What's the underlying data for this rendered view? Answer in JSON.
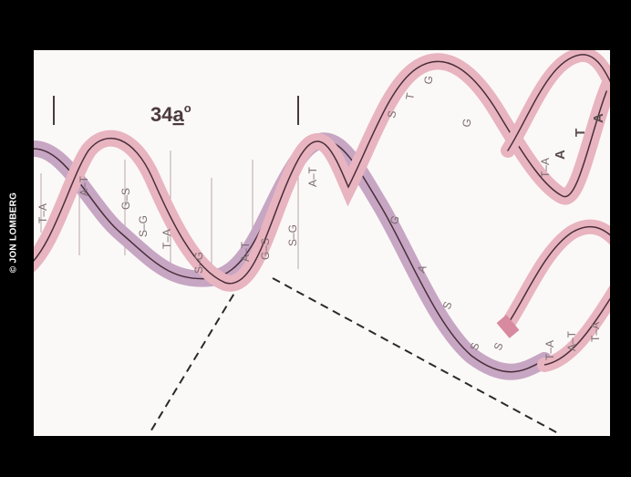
{
  "credit": "© JON LOMBERG",
  "angle_label": "34",
  "angle_sub": "a",
  "angle_mark": "o",
  "colors": {
    "background": "#000000",
    "paper": "#fbf9f7",
    "strand_pink": "#e8b4c0",
    "strand_mauve": "#c7a6c4",
    "outline": "#4a2e3a"
  },
  "base_pairs": {
    "left_helix": [
      "T–A",
      "A–T",
      "G–S",
      "S–G",
      "T–A",
      "S–G",
      "A–T",
      "G–S",
      "S–G",
      "A–T"
    ],
    "right_upper": [
      "S",
      "T",
      "G",
      "G",
      "T–A",
      "A",
      "T",
      "A"
    ],
    "middle_strand": [
      "G",
      "A",
      "S",
      "S",
      "S"
    ],
    "right_lower": [
      "T–A",
      "A–T",
      "T–A"
    ]
  }
}
